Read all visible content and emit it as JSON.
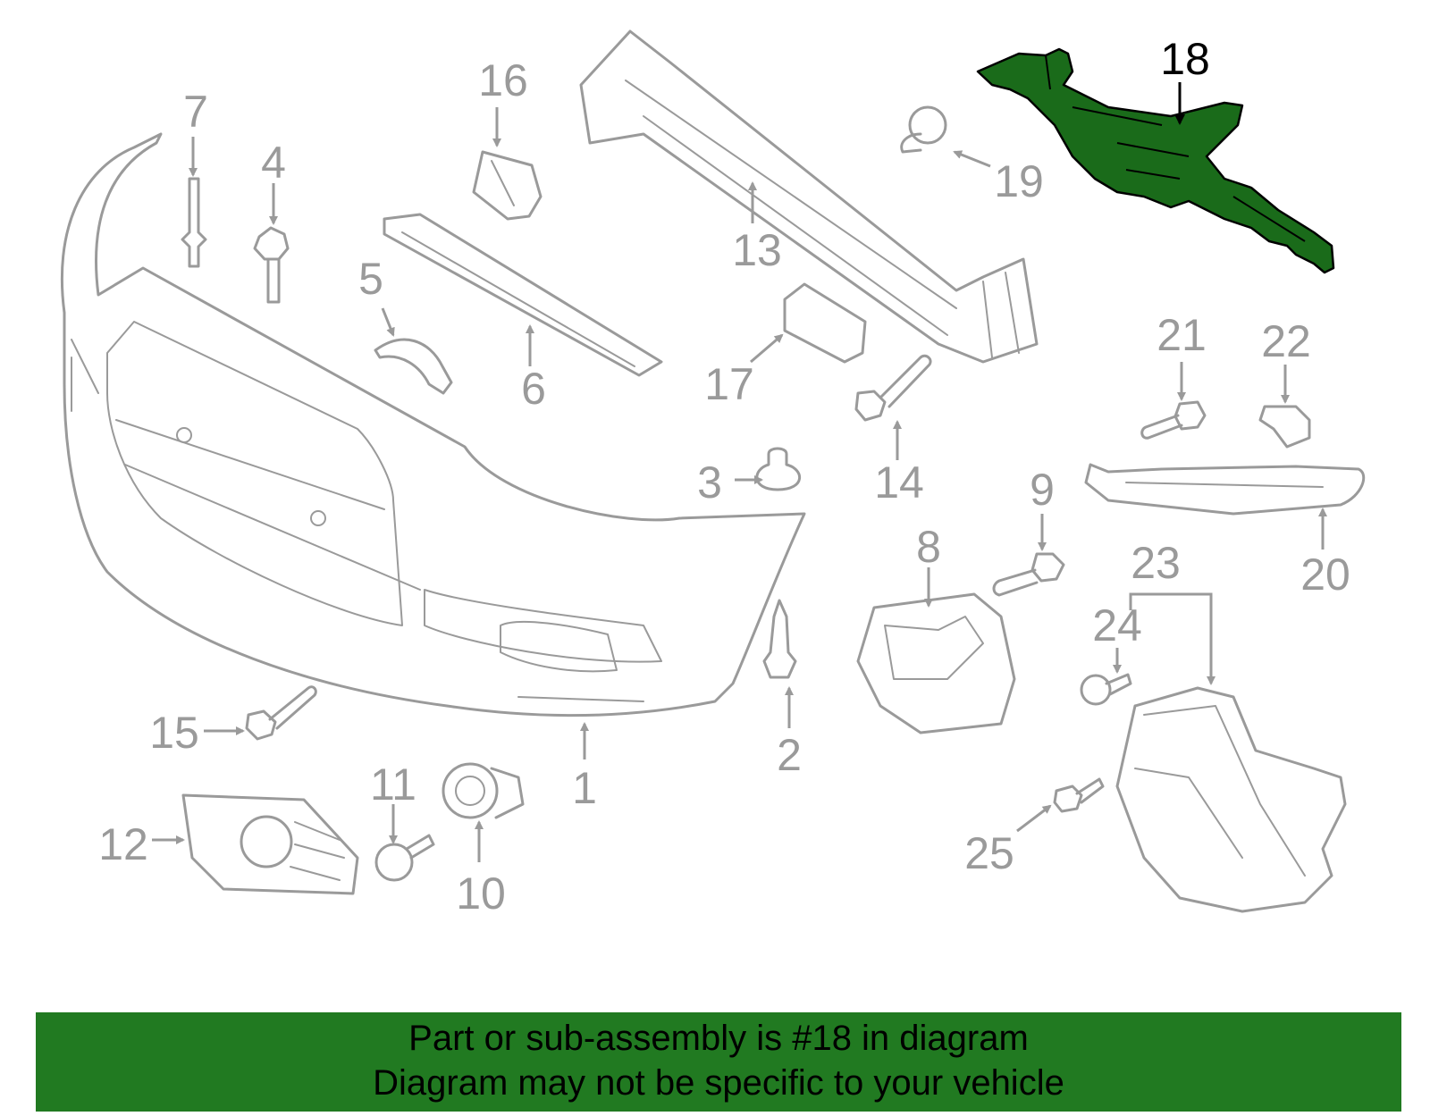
{
  "highlight_color": "#1a6b1a",
  "line_color": "#9a9a9a",
  "callouts": {
    "c1": "1",
    "c2": "2",
    "c3": "3",
    "c4": "4",
    "c5": "5",
    "c6": "6",
    "c7": "7",
    "c8": "8",
    "c9": "9",
    "c10": "10",
    "c11": "11",
    "c12": "12",
    "c13": "13",
    "c14": "14",
    "c15": "15",
    "c16": "16",
    "c17": "17",
    "c18": "18",
    "c19": "19",
    "c20": "20",
    "c21": "21",
    "c22": "22",
    "c23": "23",
    "c24": "24",
    "c25": "25"
  },
  "banner": {
    "line1": "Part or sub-assembly is #18 in diagram",
    "line2": "Diagram may not be specific to your vehicle"
  }
}
